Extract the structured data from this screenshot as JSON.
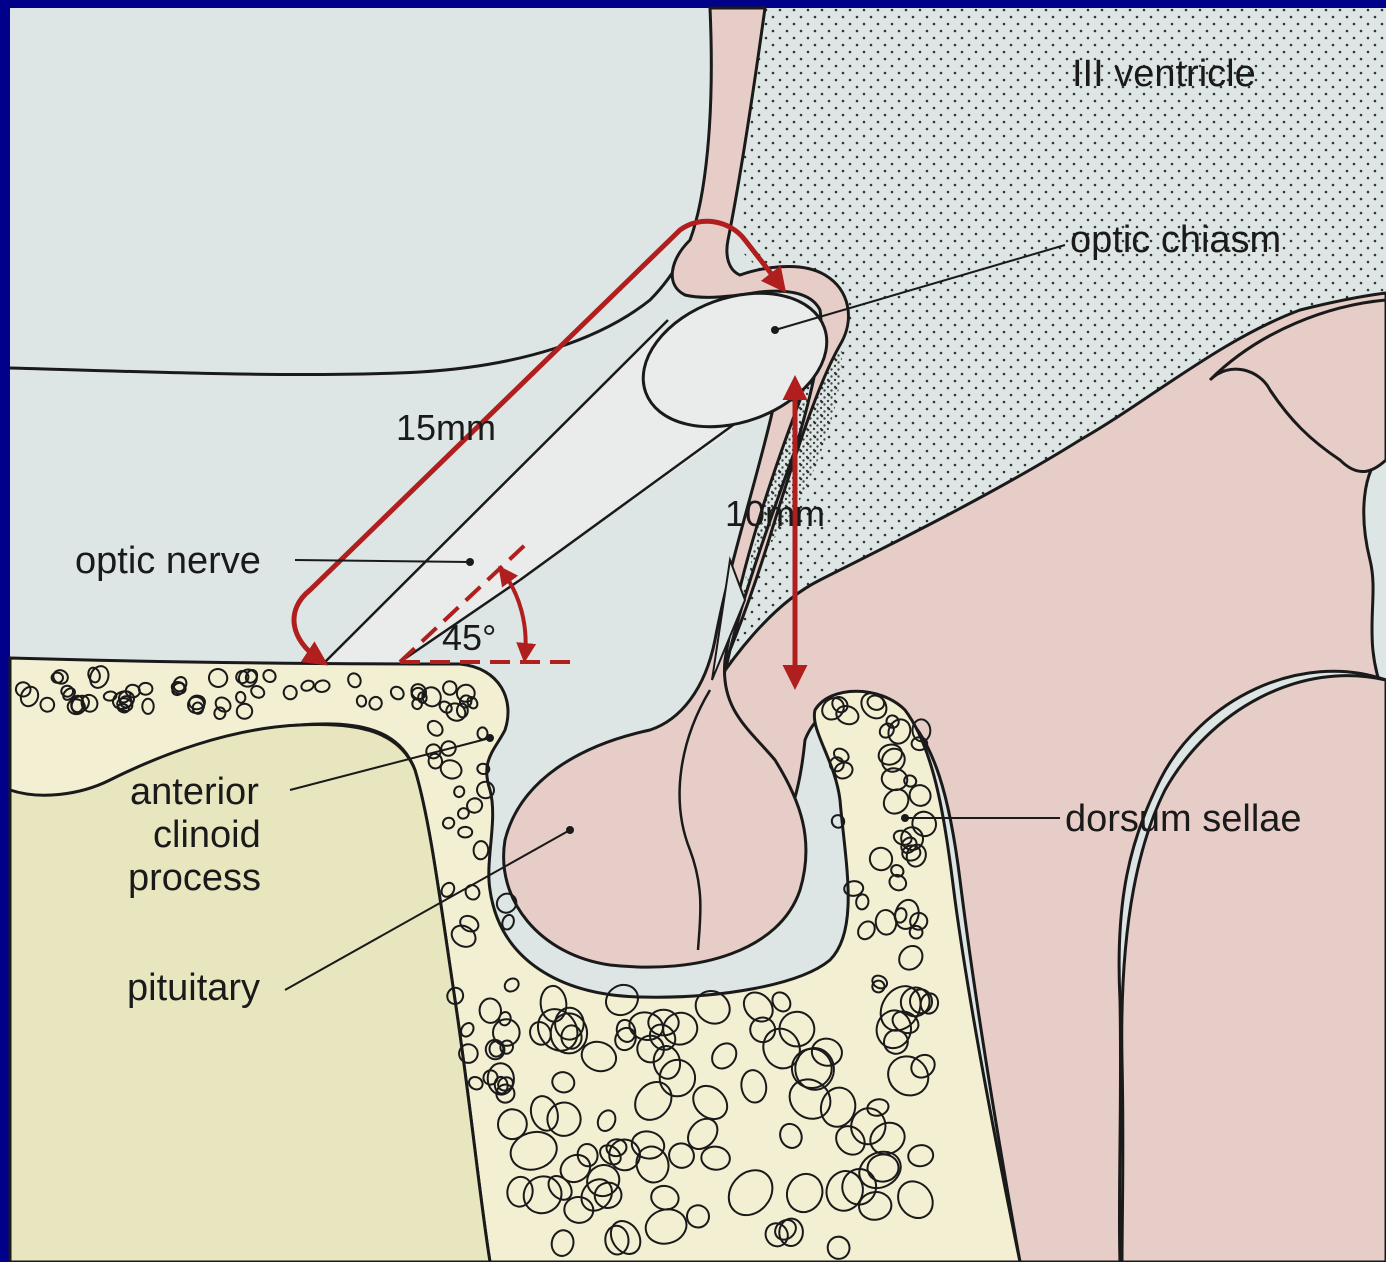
{
  "labels": {
    "third_ventricle": "III ventricle",
    "optic_chiasm": "optic chiasm",
    "optic_nerve": "optic nerve",
    "anterior_clinoid_line1": "anterior",
    "anterior_clinoid_line2": "clinoid",
    "anterior_clinoid_line3": "process",
    "pituitary": "pituitary",
    "dorsum_sellae": "dorsum sellae"
  },
  "measurements": {
    "nerve_length": "15mm",
    "chiasm_height": "10mm",
    "nerve_angle": "45°"
  },
  "colors": {
    "frame": "#00008a",
    "background": "#dde6e4",
    "brain_tissue": "#e7cdc7",
    "bone": "#f3efd2",
    "bone_left": "#e8e6bf",
    "measure_red": "#b01e1e",
    "outline": "#1a1a1a"
  }
}
